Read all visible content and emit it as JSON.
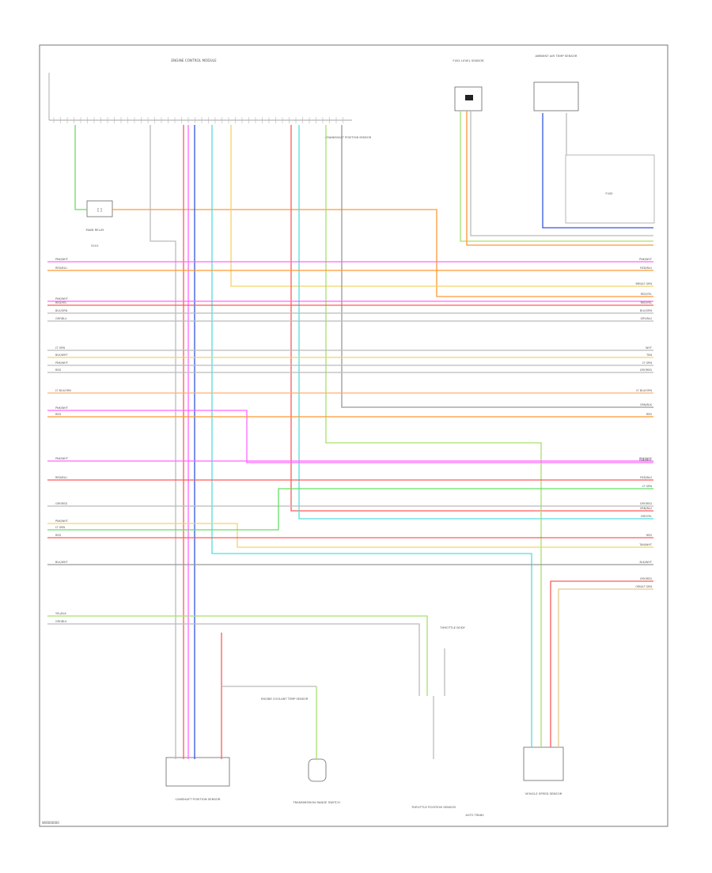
{
  "diagram": {
    "footer_id": "W0000000",
    "components": {
      "ecm": "ENGINE CONTROL MODULE",
      "fuel_pressure_sensor": "FUEL LEVEL SENSOR",
      "ambient_temp_sensor": "AMBIENT AIR TEMP SENSOR",
      "camshaft_sensor": "CAMSHAFT POSITION SENSOR",
      "crankshaft_sensor": "CRANKSHAFT POSITION SENSOR",
      "ect_sensor": "ENGINE COOLANT TEMP SENSOR",
      "throttle_body": "THROTTLE BODY",
      "tps": "THROTTLE POSITION SENSOR",
      "trans_range_switch": "TRANSMISSION RANGE SWITCH",
      "vss": "VEHICLE SPEED SENSOR",
      "mode_label": "AUTO TRANS",
      "fuse": "FUSE",
      "relay_label": "MAIN RELAY",
      "splice_ref": "S101"
    },
    "left_labels": [
      "PNK/WHT",
      "RED/BLU",
      "PNK/WHT",
      "RED/YEL",
      "BLK/GRN",
      "GRY/BLU",
      "LT GRN",
      "BLK/WHT",
      "PNK/WHT",
      "RED",
      "LT BLU/ORN",
      "PNK/WHT",
      "RED",
      "PNK/WHT",
      "RED/BLU",
      "GRY/RED",
      "PNK/WHT",
      "LT GRN",
      "RED",
      "BLK/WHT",
      "YEL/BLK",
      "GRY/BLK"
    ],
    "right_labels": [
      "PNK/WHT",
      "RED/BLU",
      "BRN/LT GRN",
      "RED/YEL",
      "RED/YEL",
      "BLK/GRN",
      "GRY/BLU",
      "WHT",
      "TAN",
      "LT GRN",
      "GRY/RED",
      "LT BLU/ORN",
      "ORN/BLK",
      "RED",
      "PNK/WHT",
      "PNK/WHT",
      "RED/BLU",
      "LT GRN",
      "GRY/RED",
      "ORN/BLU",
      "GRY/YEL",
      "RED",
      "TAN/WHT",
      "BLK/WHT",
      "GRY/RED",
      "ORN/LT GRN"
    ]
  }
}
